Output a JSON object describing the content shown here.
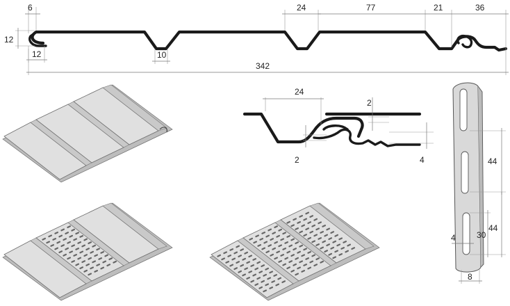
{
  "profile": {
    "dimensions": {
      "overhang_top": "6",
      "height_left": "12",
      "lip": "12",
      "groove_bottom": "10",
      "groove_top": "24",
      "flat_span": "77",
      "step": "21",
      "lock_width": "36",
      "total_width": "342"
    }
  },
  "lock_detail": {
    "dimensions": {
      "groove_width": "24",
      "gap_top": "2",
      "gap_bottom": "2",
      "thickness": "4"
    }
  },
  "strip": {
    "dimensions": {
      "slot_pitch_upper": "44",
      "slot_pitch_lower": "44",
      "slot_length": "30",
      "slot_width": "4",
      "strip_width": "8"
    }
  },
  "panels": [
    {
      "variant": "solid"
    },
    {
      "variant": "perforated-center"
    },
    {
      "variant": "perforated-full"
    }
  ],
  "colors": {
    "profile_stroke": "#1a1a1a",
    "panel_fill": "#e0e0e0",
    "dimension_line": "#777777"
  }
}
